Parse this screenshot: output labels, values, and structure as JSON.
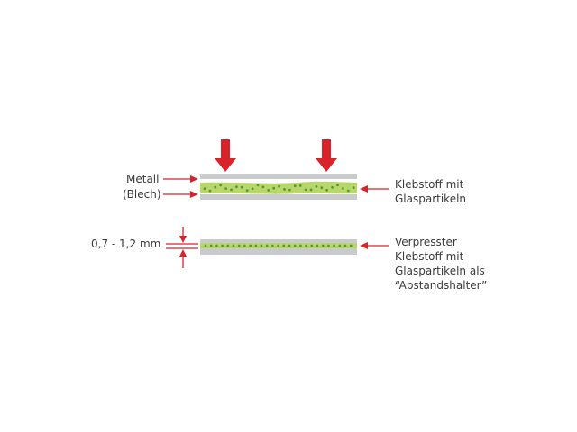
{
  "labels": {
    "metall": "Metall",
    "blech": "(Blech)",
    "klebstoff_line1": "Klebstoff mit",
    "klebstoff_line2": "Glaspartikeln",
    "gap": "0,7 - 1,2 mm",
    "verpresst_line1": "Verpresster",
    "verpresst_line2": "Klebstoff mit",
    "verpresst_line3": "Glaspartikeln als",
    "verpresst_line4": "“Abstandshalter”"
  },
  "colors": {
    "arrow_red": "#d8232a",
    "metal_gray": "#c9cacc",
    "adhesive_green": "#b9d66a",
    "particle_green": "#4f9a3c",
    "text": "#3a3a3a"
  },
  "icons": {
    "press_arrow": "down-arrow-icon",
    "pointer_arrow": "arrow-icon"
  }
}
